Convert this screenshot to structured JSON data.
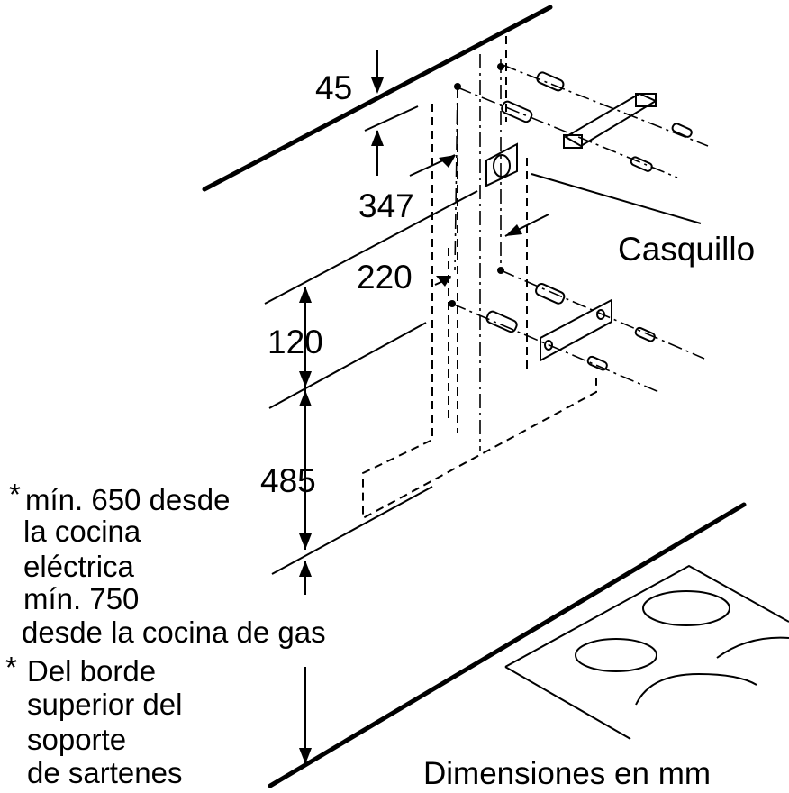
{
  "dimensions": {
    "d45": "45",
    "d347": "347",
    "d220": "220",
    "d120": "120",
    "d485": "485"
  },
  "labels": {
    "bushing": "Casquillo",
    "units_caption": "Dimensiones en mm"
  },
  "notes": {
    "note1": {
      "asterisk": "*",
      "lines": [
        "mín. 650 desde",
        "la cocina",
        "eléctrica",
        "mín. 750",
        "desde la cocina de gas"
      ]
    },
    "note2": {
      "asterisk": "*",
      "lines": [
        "Del borde",
        "superior  del",
        "soporte",
        "de sartenes"
      ]
    }
  }
}
